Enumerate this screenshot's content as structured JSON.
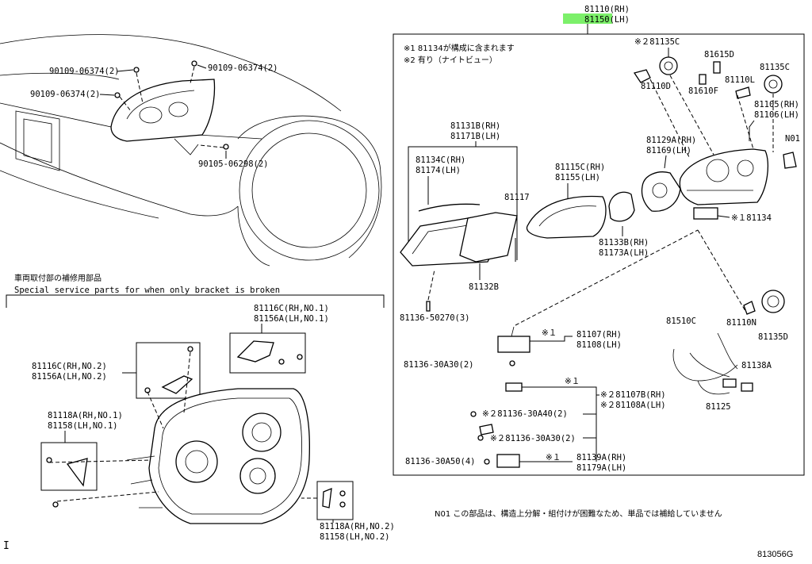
{
  "header": {
    "assy_rh": "81110(RH)",
    "assy_lh": "81150(LH)"
  },
  "notes": {
    "note1": "※1  81134が構成に含まれます",
    "note2": "※2  有り（ナイトビュー）",
    "bottom": "N01 この部品は、構造上分解・組付けが困難なため、単品では補給していません"
  },
  "vehicle_labels": {
    "bolt_a": "90109-06374(2)",
    "bolt_b": "90109-06374(2)",
    "bolt_c": "90109-06374(2)",
    "screw_d": "90105-06298(2)"
  },
  "service_section": {
    "title_jp": "車両取付部の補修用部品",
    "title_en": "Special service parts for when only bracket is broken",
    "labels": [
      {
        "id": "81116c-rh1",
        "text": "81116C(RH,NO.1)"
      },
      {
        "id": "81156a-lh1",
        "text": "81156A(LH,NO.1)"
      },
      {
        "id": "81116c-rh2",
        "text": "81116C(RH,NO.2)"
      },
      {
        "id": "81156a-lh2",
        "text": "81156A(LH,NO.2)"
      },
      {
        "id": "81118a-rh1",
        "text": "81118A(RH,NO.1)"
      },
      {
        "id": "81158-lh1",
        "text": "81158(LH,NO.1)"
      },
      {
        "id": "81118a-rh2",
        "text": "81118A(RH,NO.2)"
      },
      {
        "id": "81158-lh2",
        "text": "81158(LH,NO.2)"
      }
    ]
  },
  "parts_labels": [
    {
      "id": "81135c-a",
      "text": "※２81135C"
    },
    {
      "id": "81615d",
      "text": "81615D"
    },
    {
      "id": "81135c-b",
      "text": "81135C"
    },
    {
      "id": "81110d",
      "text": "81110D"
    },
    {
      "id": "81110l",
      "text": "81110L"
    },
    {
      "id": "81610f",
      "text": "81610F"
    },
    {
      "id": "81105",
      "text": "81105(RH)"
    },
    {
      "id": "81106",
      "text": "81106(LH)"
    },
    {
      "id": "81131b",
      "text": "81131B(RH)"
    },
    {
      "id": "81171b",
      "text": "81171B(LH)"
    },
    {
      "id": "81129a",
      "text": "81129A(RH)"
    },
    {
      "id": "81169",
      "text": "81169(LH)"
    },
    {
      "id": "n01",
      "text": "N01"
    },
    {
      "id": "81134c",
      "text": "81134C(RH)"
    },
    {
      "id": "81174",
      "text": "81174(LH)"
    },
    {
      "id": "81115c",
      "text": "81115C(RH)"
    },
    {
      "id": "81155",
      "text": "81155(LH)"
    },
    {
      "id": "81117",
      "text": "81117"
    },
    {
      "id": "81134",
      "text": "※１81134"
    },
    {
      "id": "81133b",
      "text": "81133B(RH)"
    },
    {
      "id": "81173a",
      "text": "81173A(LH)"
    },
    {
      "id": "81132b",
      "text": "81132B"
    },
    {
      "id": "81136-50270",
      "text": "81136-50270(3)"
    },
    {
      "id": "81510c",
      "text": "81510C"
    },
    {
      "id": "81110n",
      "text": "81110N"
    },
    {
      "id": "81135d",
      "text": "81135D"
    },
    {
      "id": "81107-note",
      "text": "※１"
    },
    {
      "id": "81107",
      "text": "81107(RH)"
    },
    {
      "id": "81108",
      "text": "81108(LH)"
    },
    {
      "id": "81136-30a30a",
      "text": "81136-30A30(2)"
    },
    {
      "id": "81138a",
      "text": "81138A"
    },
    {
      "id": "note1-b",
      "text": "※１"
    },
    {
      "id": "81107b",
      "text": "※２81107B(RH)"
    },
    {
      "id": "81108a",
      "text": "※２81108A(LH)"
    },
    {
      "id": "81125",
      "text": "81125"
    },
    {
      "id": "81136-30a40",
      "text": "※２81136-30A40(2)"
    },
    {
      "id": "81136-30a30b",
      "text": "※２81136-30A30(2)"
    },
    {
      "id": "81136-30a50",
      "text": "81136-30A50(4)"
    },
    {
      "id": "81139a",
      "text": "81139A(RH)"
    },
    {
      "id": "81179a",
      "text": "81179A(LH)"
    },
    {
      "id": "81139-note",
      "text": "※１"
    }
  ],
  "footer": {
    "marker": "I",
    "diagram_code": "813056G"
  },
  "colors": {
    "highlight": "#7CF06A",
    "ink": "#000000",
    "paper": "#ffffff"
  }
}
